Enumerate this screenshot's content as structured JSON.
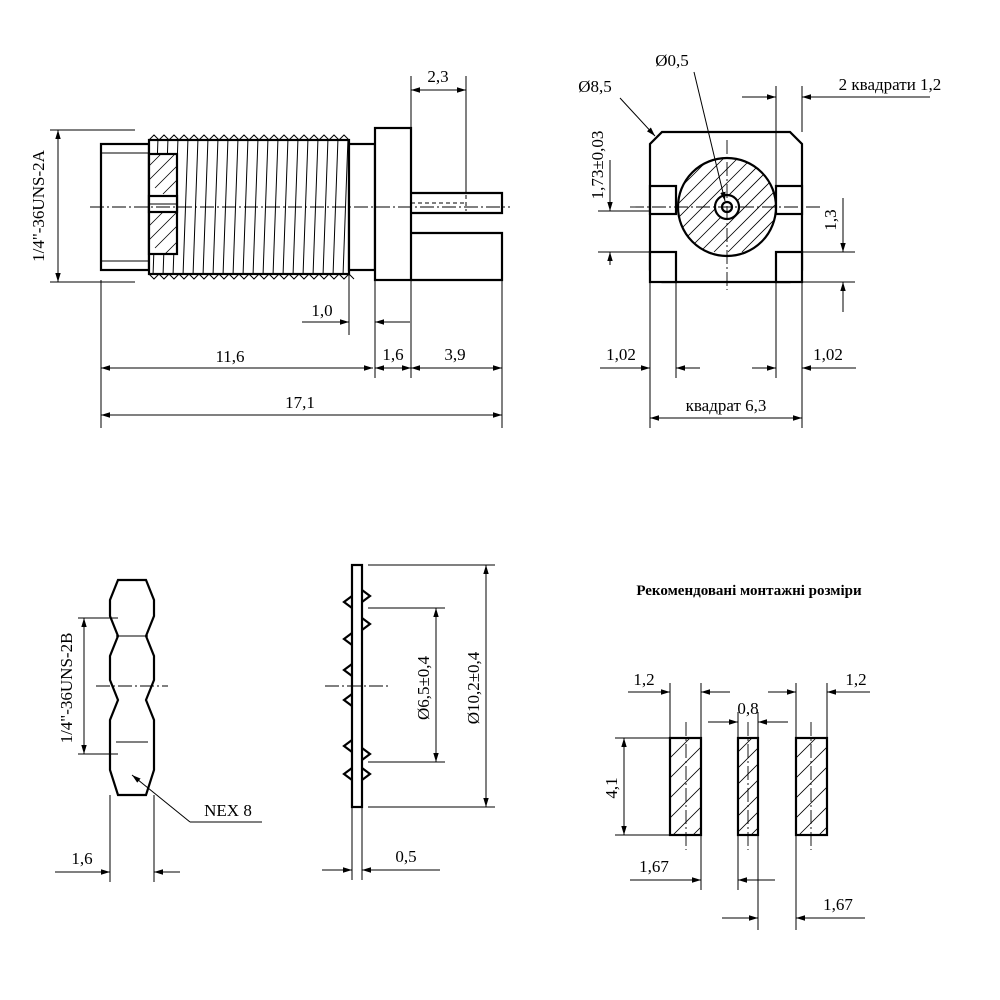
{
  "dims": {
    "thread_side": "1/4\"-36UNS-2A",
    "pin_width": "2,3",
    "len_1_0": "1,0",
    "len_11_6": "11,6",
    "len_1_6": "1,6",
    "len_3_9": "3,9",
    "len_total": "17,1",
    "dia_pin": "Ø0,5",
    "dia_body": "Ø8,5",
    "squares_label": "2 квадрати 1,2",
    "height_tol": "1,73±0,03",
    "dim_1_3": "1,3",
    "edge_left": "1,02",
    "edge_right": "1,02",
    "square_label": "квадрат 6,3",
    "nut_thread": "1/4\"-36UNS-2B",
    "nut_size": "NEX 8",
    "nut_thickness": "1,6",
    "washer_inner": "Ø6,5±0,4",
    "washer_outer": "Ø10,2±0,4",
    "washer_thickness": "0,5"
  },
  "mounting": {
    "title": "Рекомендовані монтажні розміри",
    "pad_left_w": "1,2",
    "pad_right_w": "1,2",
    "pad_center_w": "0,8",
    "pad_height": "4,1",
    "pitch_left": "1,67",
    "pitch_right": "1,67"
  }
}
